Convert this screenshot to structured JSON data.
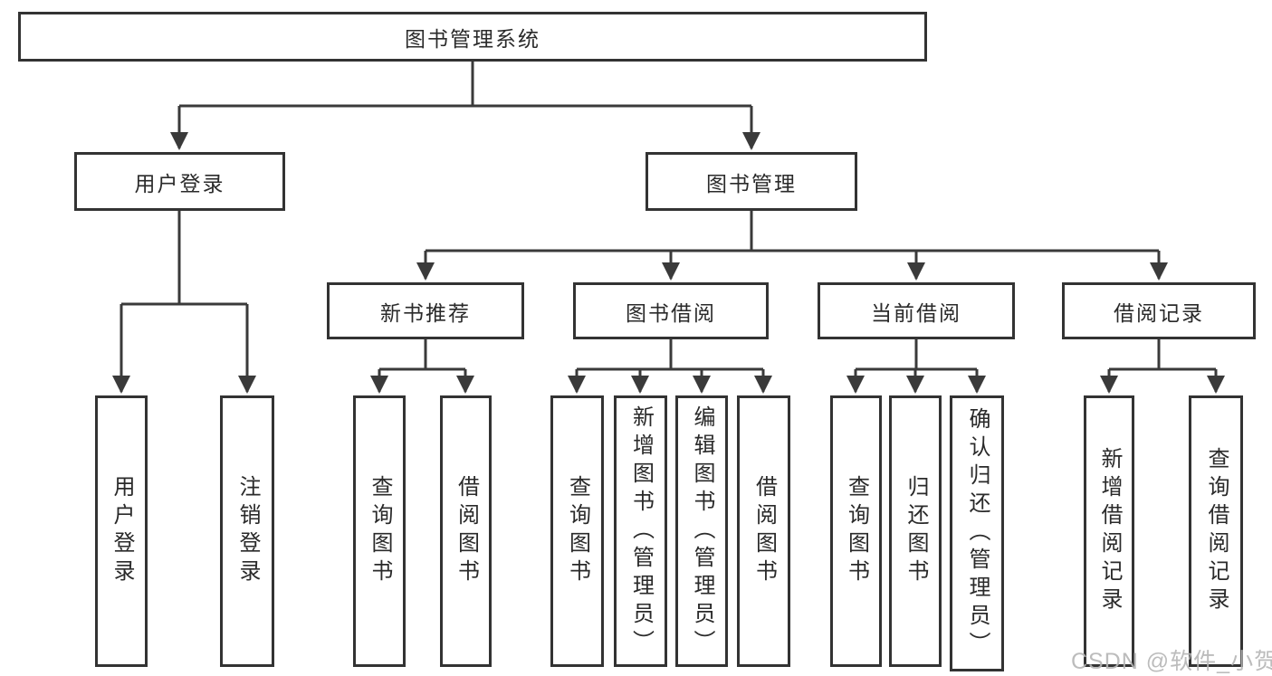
{
  "root": {
    "label": "图书管理系统"
  },
  "level2": {
    "user_login": {
      "label": "用户登录"
    },
    "book_mgmt": {
      "label": "图书管理"
    }
  },
  "level3": {
    "new_book_rec": {
      "label": "新书推荐"
    },
    "book_borrowing": {
      "label": "图书借阅"
    },
    "current_borrowing": {
      "label": "当前借阅"
    },
    "borrowing_records": {
      "label": "借阅记录"
    }
  },
  "level4": {
    "user_login": [
      "用户登录",
      "注销登录"
    ],
    "new_book_rec": [
      "查询图书",
      "借阅图书"
    ],
    "book_borrowing": [
      "查询图书",
      "新增图书（管理员）",
      "编辑图书（管理员）",
      "借阅图书"
    ],
    "current_borrowing": [
      "查询图书",
      "归还图书",
      "确认归还（管理员）"
    ],
    "borrowing_records": [
      "新增借阅记录",
      "查询借阅记录"
    ]
  },
  "watermark": {
    "text": "CSDN @软件_小贺同学"
  },
  "colors": {
    "background": "#ffffff",
    "box_border": "#333333",
    "line": "#3a3a3a",
    "text": "#2a2a2a",
    "watermark": "#b5b5b5"
  }
}
